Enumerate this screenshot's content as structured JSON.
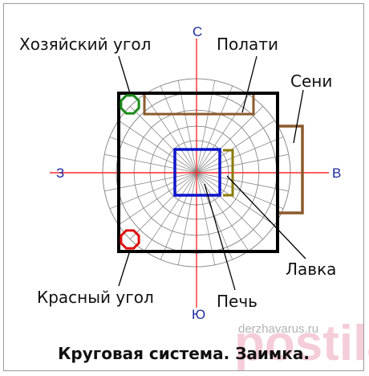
{
  "labels": {
    "corner_host": "Хозяйский угол",
    "polati": "Полати",
    "seni": "Сени",
    "lavka": "Лавка",
    "red_corner": "Красный угол",
    "pech": "Печь"
  },
  "directions": {
    "north": "С",
    "south": "Ю",
    "west": "З",
    "east": "В"
  },
  "caption": "Круговая система. Заимка.",
  "watermark": {
    "site": "derzhavarus.ru",
    "overlay": "postila.ru"
  },
  "colors": {
    "wall": "#000000",
    "polati": "#8b5a2b",
    "seni": "#8b5a2b",
    "lavka": "#8c7a00",
    "pech": "#0b14c9",
    "corner_host": "#1a8a1a",
    "red_corner": "#e01010",
    "axis": "#ff2a2a",
    "web": "#8c8c8c",
    "direction": "#1e2a9c"
  }
}
